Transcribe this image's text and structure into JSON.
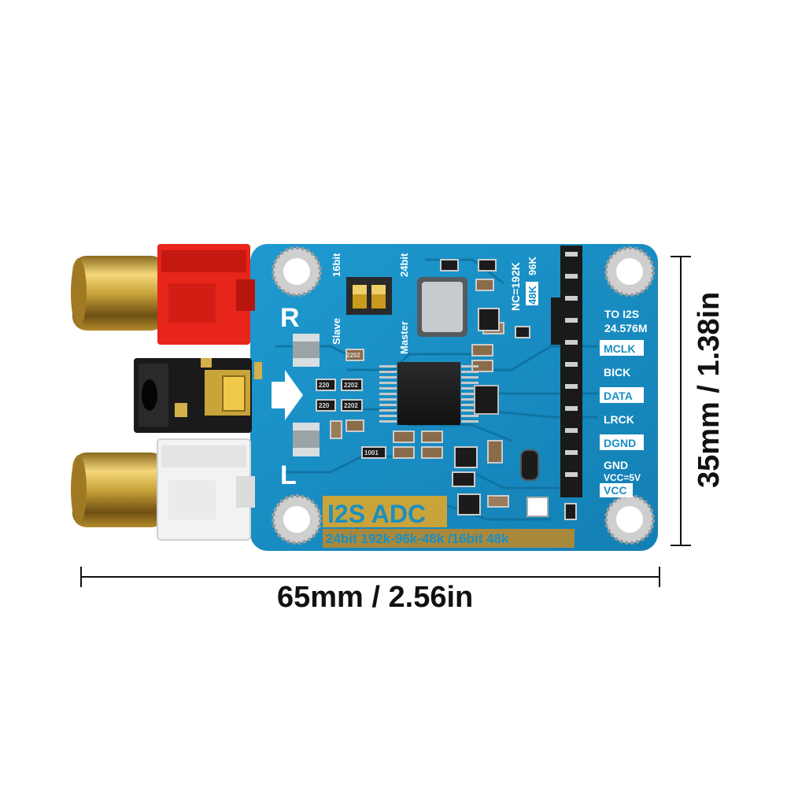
{
  "dimensions": {
    "width": "65mm / 2.56in",
    "height": "35mm / 1.38in"
  },
  "board": {
    "channel_right": "R",
    "channel_left": "L",
    "mode_slave": "Slave",
    "mode_master": "Master",
    "bits_16": "16bit",
    "bits_24": "24bit",
    "rate_nc": "NC=192K",
    "rate_48k": "48K",
    "rate_96k": "96K",
    "to_i2s": "TO I2S",
    "clock_freq": "24.576M",
    "pin_mclk": "MCLK",
    "pin_bick": "BICK",
    "pin_data": "DATA",
    "pin_lrck": "LRCK",
    "pin_dgnd": "DGND",
    "pin_gnd": "GND",
    "pin_vcc_note": "VCC=5V",
    "pin_vcc": "VCC",
    "product_title": "I2S ADC",
    "product_subtitle": "24bit 192k-96k-48k /16bit 48k",
    "cap_1": "220",
    "cap_2": "2202",
    "cap_3": "2202",
    "cap_4": "220",
    "cap_5": "2202",
    "res_1": "1001"
  },
  "colors": {
    "pcb": "#1a8fc4",
    "pcb_dark": "#0f6f9e",
    "silk": "#ffffff",
    "gold": "#c9a43a",
    "rca_red": "#e8251b",
    "rca_white": "#f2f2f2",
    "header_black": "#1a1a1a"
  },
  "icons": [
    "mount-hole-icon",
    "right-arrow-icon",
    "rca-jack-icon",
    "audio-jack-icon",
    "dip-switch-icon",
    "crystal-icon",
    "chip-icon"
  ]
}
